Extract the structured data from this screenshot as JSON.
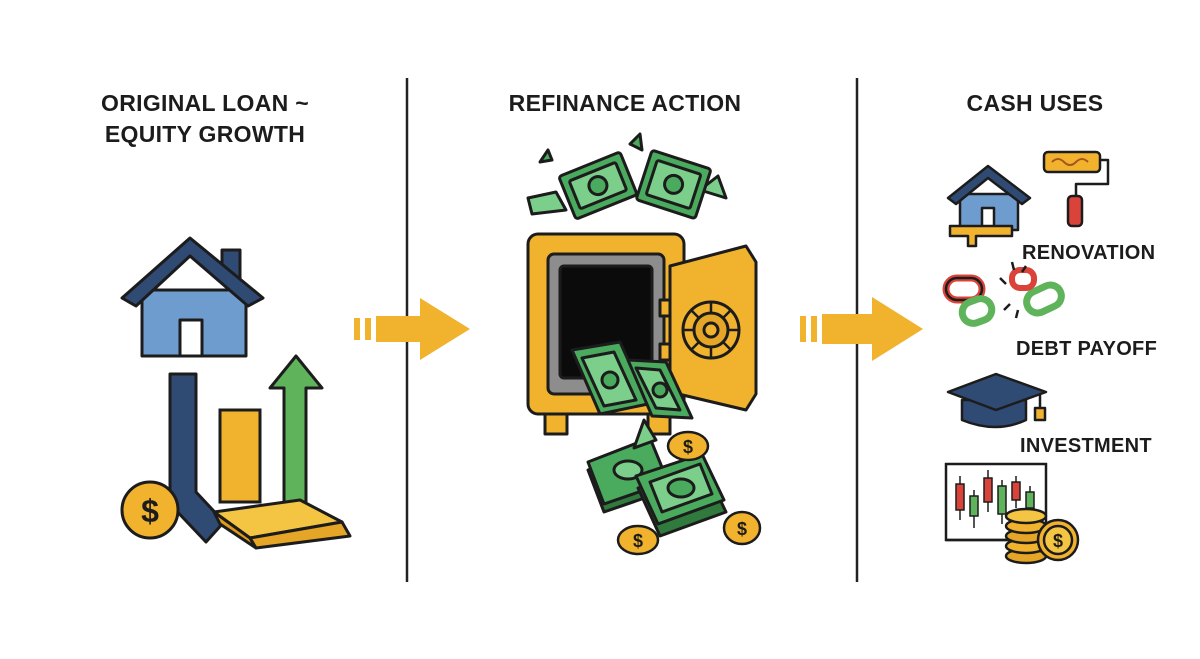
{
  "columns": {
    "original": {
      "title_line1": "ORIGINAL LOAN ~",
      "title_line2": "EQUITY GROWTH"
    },
    "refinance": {
      "title": "REFINANCE ACTION"
    },
    "uses": {
      "title": "CASH USES",
      "items": [
        {
          "label": "RENOVATION"
        },
        {
          "label": "DEBT PAYOFF"
        },
        {
          "label": "INVESTMENT"
        }
      ]
    }
  },
  "icons": {
    "col1": [
      "house-icon",
      "loan-column-icon",
      "bar-column-icon",
      "up-arrow-icon",
      "gold-bar-icon",
      "dollar-coin-icon"
    ],
    "col2": [
      "money-burst-icon",
      "safe-icon",
      "cash-stack-icon",
      "dollar-coin-icon"
    ],
    "col3": [
      "house-icon",
      "paint-roller-icon",
      "broken-chain-icon",
      "graduation-cap-icon",
      "candlestick-chart-icon",
      "coin-stack-icon"
    ],
    "flow": [
      "right-arrow-icon",
      "right-arrow-icon"
    ]
  },
  "colors": {
    "outline": "#1c1c1c",
    "house_blue": "#6f9ccf",
    "roof_navy": "#2f4a73",
    "gold": "#f1b22e",
    "green": "#5fb35a",
    "money_green": "#4aaa5e",
    "red": "#d9433a",
    "divider": "#222222"
  }
}
